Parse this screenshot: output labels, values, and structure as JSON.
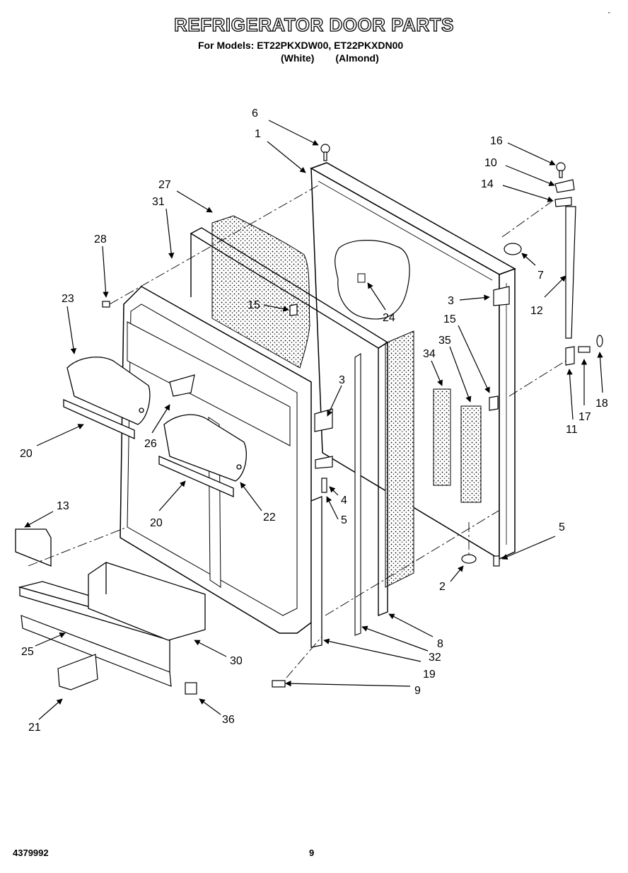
{
  "title": "REFRIGERATOR DOOR PARTS",
  "models_line": "For Models: ET22PKXDW00, ET22PKXDN00",
  "variant_white": "(White)",
  "variant_almond": "(Almond)",
  "corner_mark": "\"",
  "footer_code": "4379992",
  "page_number": "9",
  "callouts": [
    {
      "id": "c6",
      "text": "6"
    },
    {
      "id": "c1",
      "text": "1"
    },
    {
      "id": "c16",
      "text": "16"
    },
    {
      "id": "c10",
      "text": "10"
    },
    {
      "id": "c14",
      "text": "14"
    },
    {
      "id": "c27",
      "text": "27"
    },
    {
      "id": "c31",
      "text": "31"
    },
    {
      "id": "c28",
      "text": "28"
    },
    {
      "id": "c7",
      "text": "7"
    },
    {
      "id": "c23",
      "text": "23"
    },
    {
      "id": "c15a",
      "text": "15"
    },
    {
      "id": "c24",
      "text": "24"
    },
    {
      "id": "c3a",
      "text": "3"
    },
    {
      "id": "c15b",
      "text": "15"
    },
    {
      "id": "c12",
      "text": "12"
    },
    {
      "id": "c34",
      "text": "34"
    },
    {
      "id": "c35",
      "text": "35"
    },
    {
      "id": "c18",
      "text": "18"
    },
    {
      "id": "c3b",
      "text": "3"
    },
    {
      "id": "c17",
      "text": "17"
    },
    {
      "id": "c11",
      "text": "11"
    },
    {
      "id": "c26",
      "text": "26"
    },
    {
      "id": "c20a",
      "text": "20"
    },
    {
      "id": "c4",
      "text": "4"
    },
    {
      "id": "c5a",
      "text": "5"
    },
    {
      "id": "c13",
      "text": "13"
    },
    {
      "id": "c20b",
      "text": "20"
    },
    {
      "id": "c22",
      "text": "22"
    },
    {
      "id": "c5b",
      "text": "5"
    },
    {
      "id": "c2",
      "text": "2"
    },
    {
      "id": "c8",
      "text": "8"
    },
    {
      "id": "c25",
      "text": "25"
    },
    {
      "id": "c30",
      "text": "30"
    },
    {
      "id": "c32",
      "text": "32"
    },
    {
      "id": "c19",
      "text": "19"
    },
    {
      "id": "c9",
      "text": "9"
    },
    {
      "id": "c21",
      "text": "21"
    },
    {
      "id": "c36",
      "text": "36"
    }
  ]
}
